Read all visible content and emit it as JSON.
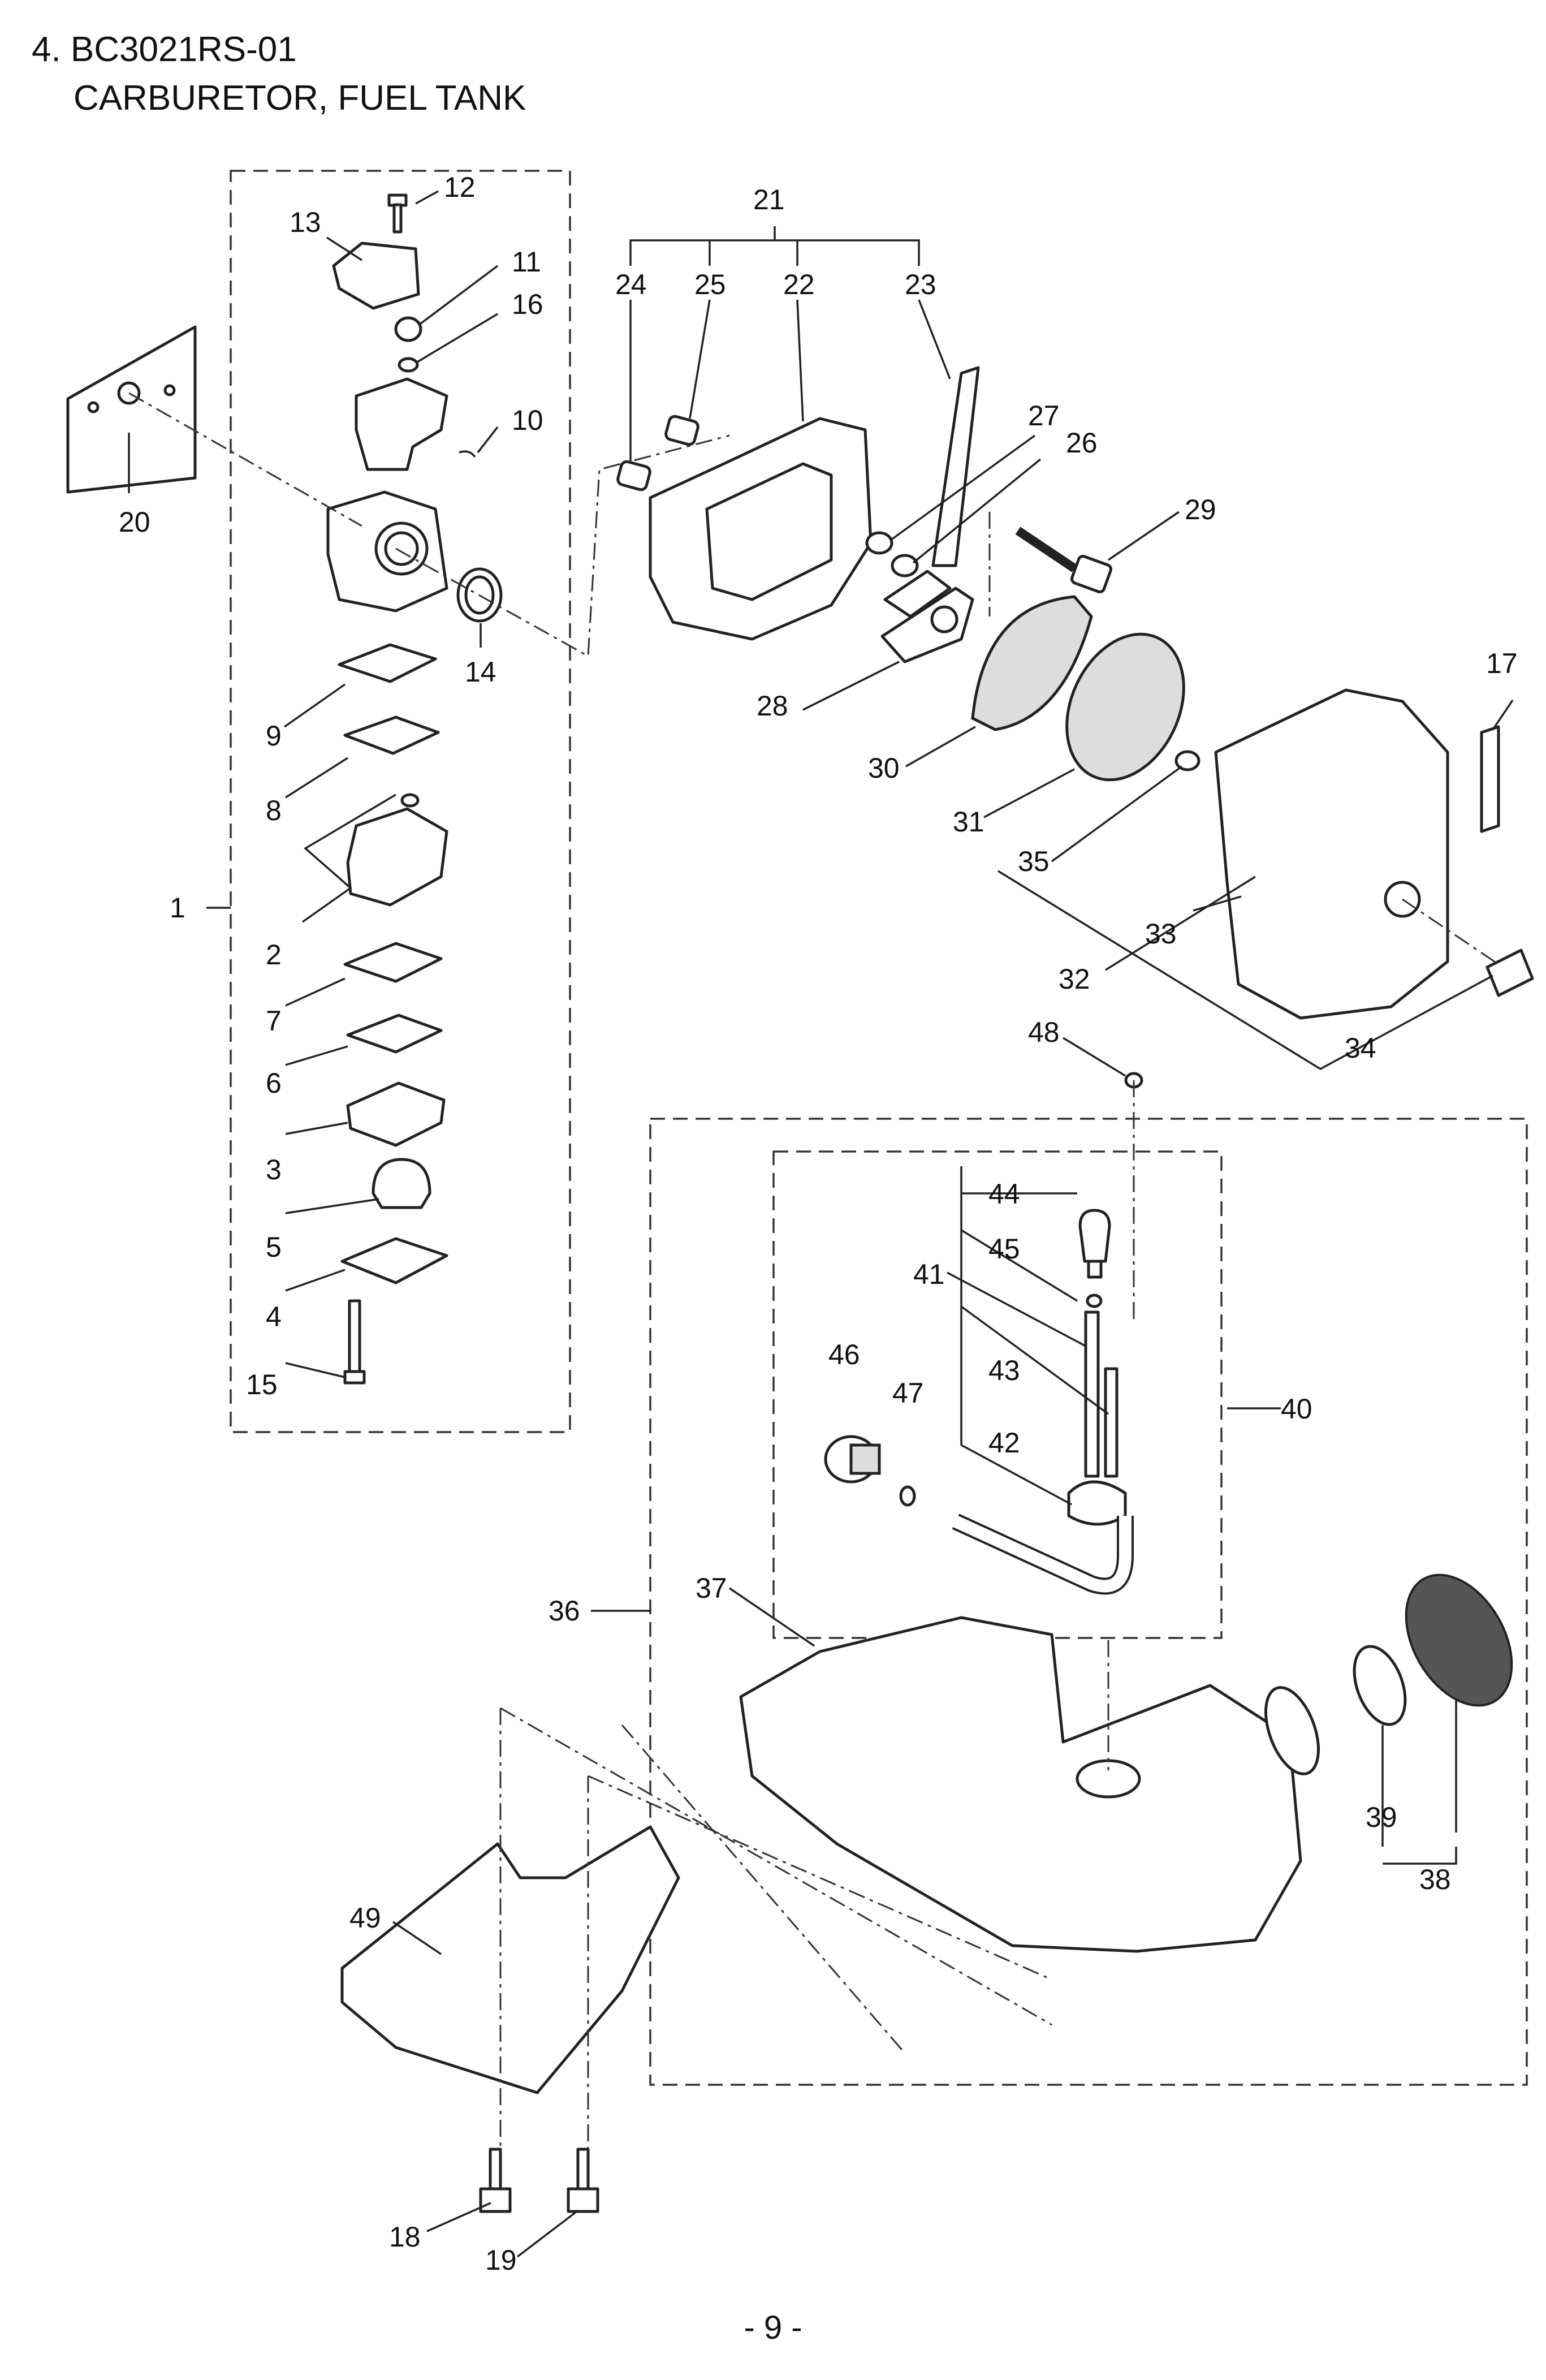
{
  "header": {
    "model_line": "4. BC3021RS-01",
    "section_title": "CARBURETOR, FUEL TANK"
  },
  "footer": {
    "page_number": "- 9 -"
  },
  "callouts": {
    "p1": "1",
    "p2": "2",
    "p3": "3",
    "p4": "4",
    "p5": "5",
    "p6": "6",
    "p7": "7",
    "p8": "8",
    "p9": "9",
    "p10": "10",
    "p11": "11",
    "p12": "12",
    "p13": "13",
    "p14": "14",
    "p15": "15",
    "p16": "16",
    "p17": "17",
    "p18": "18",
    "p19": "19",
    "p20": "20",
    "p21": "21",
    "p22": "22",
    "p23": "23",
    "p24": "24",
    "p25": "25",
    "p26": "26",
    "p27": "27",
    "p28": "28",
    "p29": "29",
    "p30": "30",
    "p31": "31",
    "p32": "32",
    "p33": "33",
    "p34": "34",
    "p35": "35",
    "p36": "36",
    "p37": "37",
    "p38": "38",
    "p39": "39",
    "p40": "40",
    "p41": "41",
    "p42": "42",
    "p43": "43",
    "p44": "44",
    "p45": "45",
    "p46": "46",
    "p47": "47",
    "p48": "48",
    "p49": "49"
  }
}
